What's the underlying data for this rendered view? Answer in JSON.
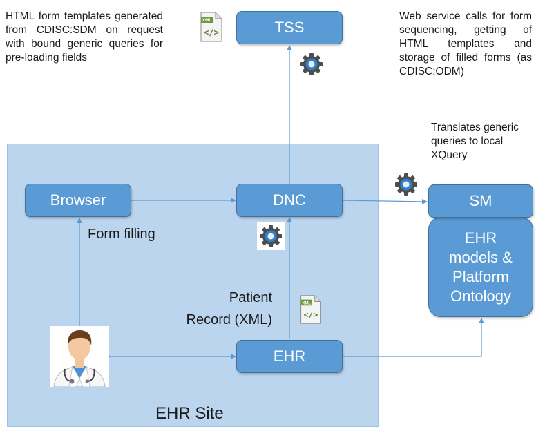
{
  "notes": {
    "html_templates": "HTML form templates generated from CDISC:SDM on request with bound generic queries for pre-loading fields",
    "web_service": "Web service calls for form sequencing, getting of HTML templates and storage of filled forms (as CDISC:ODM)",
    "translates": "Translates generic queries to local XQuery"
  },
  "nodes": {
    "tss": "TSS",
    "browser": "Browser",
    "dnc": "DNC",
    "sm": "SM",
    "ontology_lines": [
      "EHR",
      "models &",
      "Platform",
      "Ontology"
    ],
    "ehr": "EHR"
  },
  "labels": {
    "form_filling": "Form filling",
    "patient_record_line1": "Patient",
    "patient_record_line2": "Record (XML)",
    "site": "EHR Site"
  },
  "icons": {
    "xml_file": "xml-file-icon",
    "gear": "gear-icon",
    "doctor": "doctor-icon",
    "xml_badge": "XML"
  },
  "colors": {
    "node_fill": "#5b9bd5",
    "node_border": "#41719c",
    "site_fill": "#bcd5ee",
    "connector": "#5b9bd5"
  }
}
